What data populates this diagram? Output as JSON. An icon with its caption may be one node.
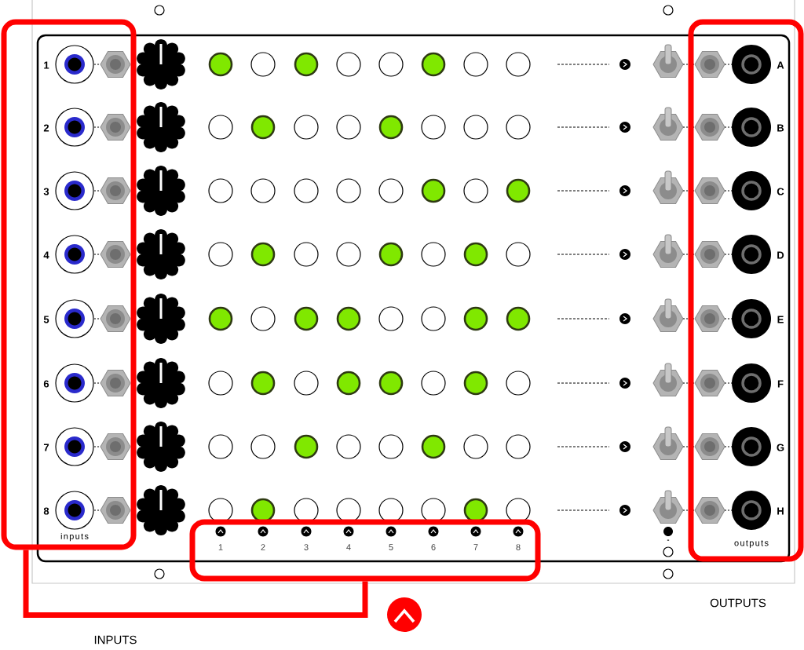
{
  "diagram": {
    "nodes": [
      {
        "text": [
          "inputs"
        ]
      },
      {
        "text": [
          "1",
          "2",
          "3",
          "4",
          "5",
          "6",
          "7",
          "8"
        ]
      },
      {
        "text": [
          "outputs"
        ]
      }
    ],
    "edges": [
      {
        "from": 0,
        "to": 1,
        "arrow": "none"
      }
    ],
    "labels": [
      "1",
      "A",
      "2",
      "B",
      "3",
      "C",
      "4",
      "D",
      "5",
      "E",
      "6",
      "F",
      "7",
      "G",
      "8",
      "H",
      "-",
      "OUTPUTS",
      "INPUTS"
    ]
  }
}
